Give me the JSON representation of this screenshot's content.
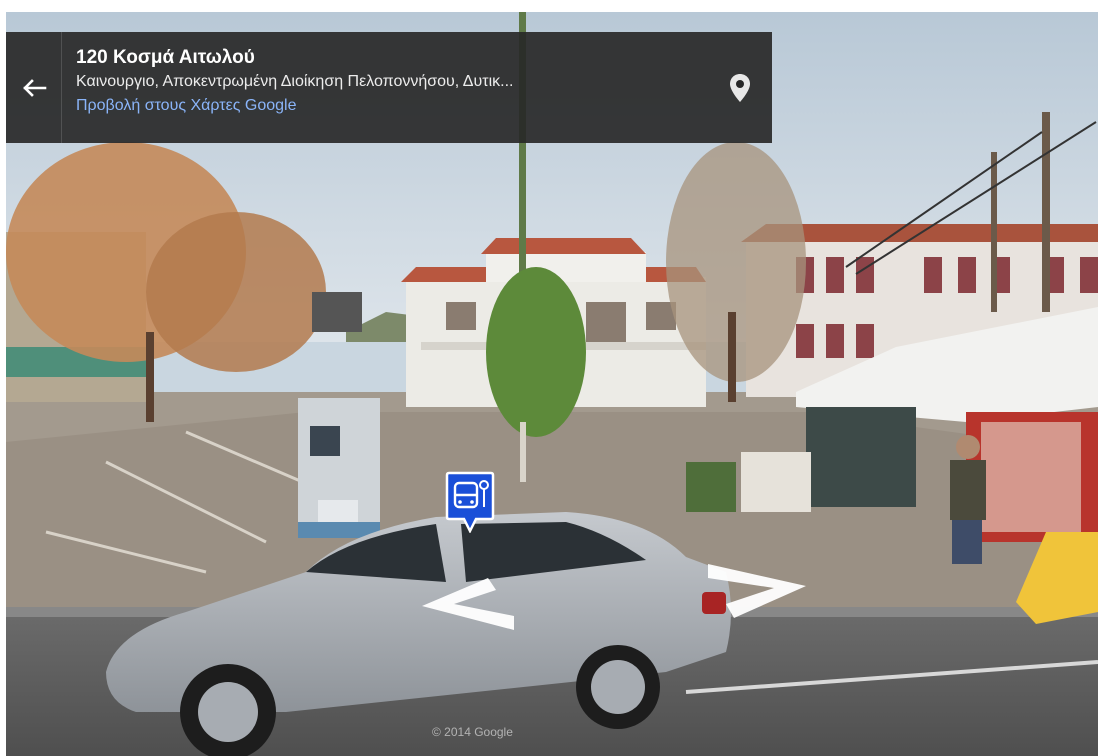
{
  "info_card": {
    "title": "120 Κοσμά Αιτωλού",
    "subtitle": "Καινουργιο, Αποκεντρωμένη Διοίκηση Πελοποννήσου, Δυτικ...",
    "maps_link": "Προβολή στους Χάρτες Google",
    "back_icon": "arrow-left-icon",
    "pin_icon": "map-pin-icon"
  },
  "markers": {
    "bus_stop_icon": "bus-stop-icon"
  },
  "navigation": {
    "left_icon": "chevron-left-icon",
    "right_icon": "chevron-right-icon"
  },
  "footer": {
    "copyright": "© 2014 Google"
  },
  "colors": {
    "card_bg": "#282828",
    "link": "#8ab4f8",
    "bus_marker": "#1a4fd8"
  }
}
